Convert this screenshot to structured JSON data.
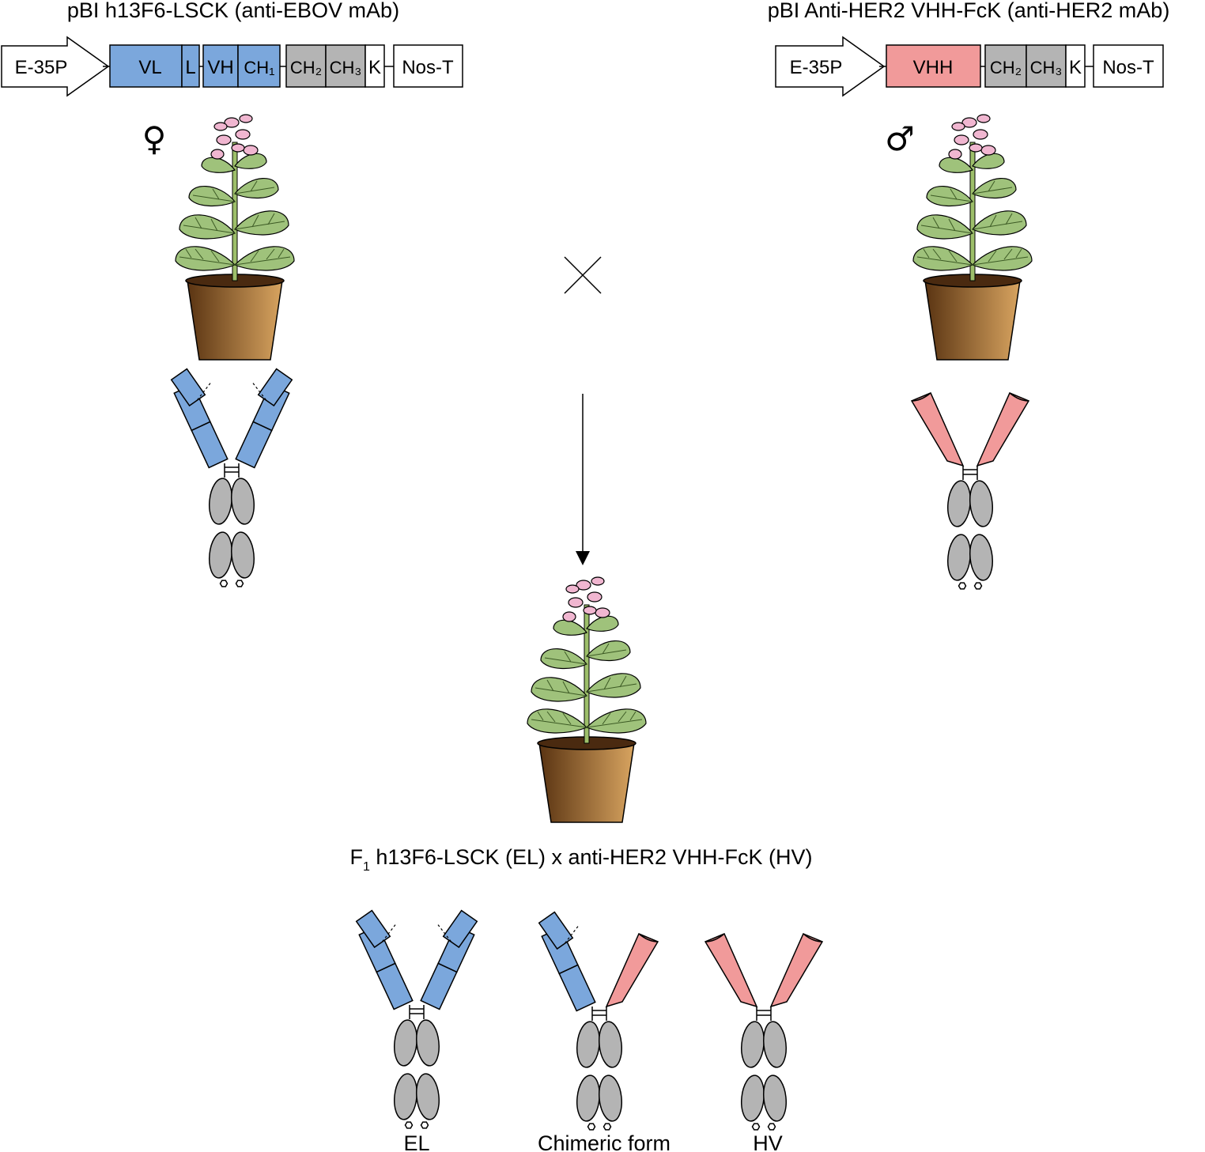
{
  "colors": {
    "light_chain": "#7ba7dc",
    "vhh": "#f19a9a",
    "fc": "#b4b4b4",
    "stem": "#9dbf6a",
    "leaf": "#9fc27b",
    "leaf_vein": "#3c5a24",
    "flower": "#f0b6d0",
    "pot_dark": "#5a3412",
    "pot_light": "#d8a460"
  },
  "left_construct": {
    "title": "pBI h13F6-LSCK (anti-EBOV mAb)",
    "promoter": "E-35P",
    "segments": [
      "VL",
      "L",
      "VH",
      "CH₁",
      "CH₂",
      "CH₃",
      "K"
    ],
    "terminator": "Nos-T"
  },
  "right_construct": {
    "title": "pBI Anti-HER2 VHH-FcK (anti-HER2 mAb)",
    "promoter": "E-35P",
    "segments": [
      "VHH",
      "CH₂",
      "CH₃",
      "K"
    ],
    "terminator": "Nos-T"
  },
  "female_symbol": "♀",
  "male_symbol": "♂",
  "cross_symbol": "×",
  "f1_label": {
    "prefix": "F",
    "subscript": "1",
    "text": " h13F6-LSCK (EL) x anti-HER2 VHH-FcK (HV)"
  },
  "products": [
    "EL",
    "Chimeric form",
    "HV"
  ]
}
